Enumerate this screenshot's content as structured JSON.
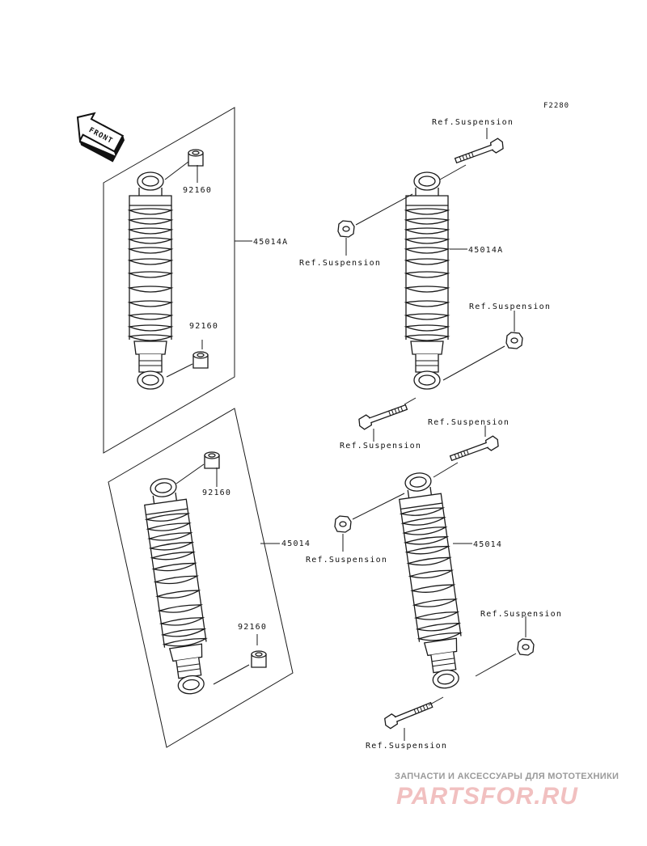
{
  "diagram_code": "F2280",
  "front_label": "FRONT",
  "parts": {
    "p45014a": "45014A",
    "p45014": "45014",
    "p92160": "92160",
    "ref_suspension": "Ref.Suspension"
  },
  "watermark": {
    "tagline": "ЗАПЧАСТИ И АКСЕССУАРЫ ДЛЯ МОТОТЕХНИКИ",
    "brand": "PARTSFOR.RU"
  }
}
